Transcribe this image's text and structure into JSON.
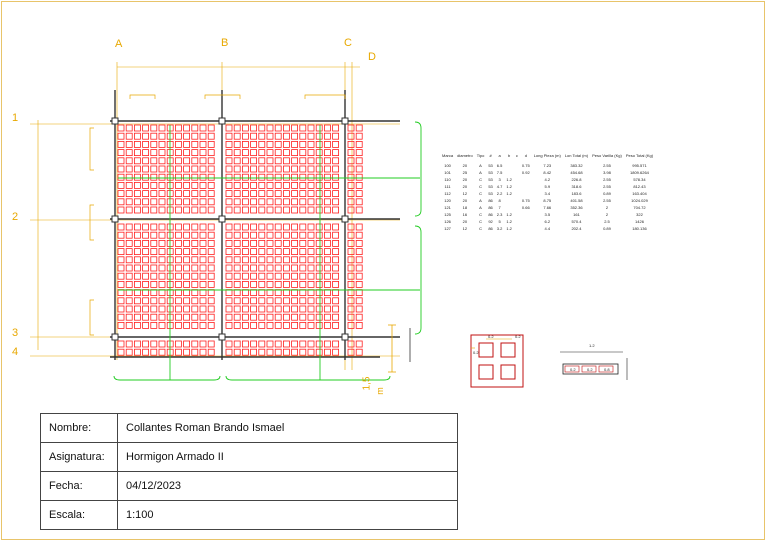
{
  "plan": {
    "axes_letters": [
      "A",
      "B",
      "C",
      "D"
    ],
    "axes_numbers": [
      "1",
      "2",
      "3",
      "4"
    ],
    "scale_label": "1,5",
    "scale_unit": "m",
    "colors": {
      "axis": "#e8a800",
      "cells": "#ff2020",
      "rebar": "#22cc22",
      "beam": "#333333"
    }
  },
  "rebar_table": {
    "headers": [
      "Marca",
      "diametro",
      "Tipo",
      "#",
      "a",
      "b",
      "c",
      "d",
      "Long Pieza (m)",
      "Lon Total (m)",
      "Peso Varilla (Kg)",
      "Peso Total (Kg)"
    ],
    "rows": [
      [
        "100",
        "20",
        "A",
        "53",
        "6.5",
        "",
        "",
        "0.75",
        "7.23",
        "383.32",
        "2.55",
        "995.571"
      ],
      [
        "101",
        "25",
        "A",
        "53",
        "7.5",
        "",
        "",
        "0.92",
        "8.42",
        "454.68",
        "3.98",
        "1809.6264"
      ],
      [
        "110",
        "20",
        "C",
        "53",
        "3",
        "1.2",
        "",
        "",
        "4.2",
        "226.8",
        "2.55",
        "578.34"
      ],
      [
        "111",
        "20",
        "C",
        "53",
        "4.7",
        "1.2",
        "",
        "",
        "5.9",
        "318.6",
        "2.55",
        "812.43"
      ],
      [
        "112",
        "12",
        "C",
        "53",
        "2.2",
        "1.2",
        "",
        "",
        "3.4",
        "183.6",
        "0.89",
        "163.404"
      ],
      [
        "120",
        "20",
        "A",
        "86",
        "8",
        "",
        "",
        "0.75",
        "8.75",
        "401.58",
        "2.55",
        "1024.029"
      ],
      [
        "121",
        "18",
        "A",
        "86",
        "7",
        "",
        "",
        "0.66",
        "7.66",
        "352.36",
        "2",
        "704.72"
      ],
      [
        "125",
        "16",
        "C",
        "86",
        "2.3",
        "1.2",
        "",
        "",
        "3.5",
        "161",
        "2",
        "322"
      ],
      [
        "126",
        "20",
        "C",
        "92",
        "5",
        "1.2",
        "",
        "",
        "6.2",
        "570.4",
        "2.5",
        "1426"
      ],
      [
        "127",
        "12",
        "C",
        "86",
        "3.2",
        "1.2",
        "",
        "",
        "4.4",
        "202.4",
        "0.89",
        "180.136"
      ]
    ]
  },
  "details": {
    "section_dims": [
      "1.2",
      "0.2",
      "0.2",
      "0.2"
    ],
    "beam_dims": [
      "1.2",
      "0.2",
      "0.2",
      "0.8"
    ]
  },
  "title_block": {
    "rows": [
      {
        "label": "Nombre:",
        "value": "Collantes Roman Brando Ismael"
      },
      {
        "label": "Asignatura:",
        "value": "Hormigon Armado II"
      },
      {
        "label": "Fecha:",
        "value": "04/12/2023"
      },
      {
        "label": "Escala:",
        "value": "1:100"
      }
    ]
  }
}
